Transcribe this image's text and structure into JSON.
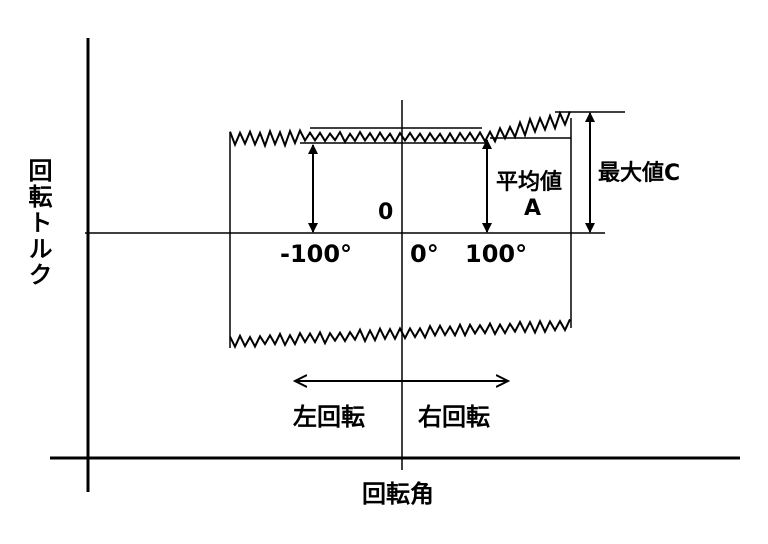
{
  "y_axis_label": "回転トルク",
  "x_axis_label": "回転角",
  "zero_label": "0",
  "ticks": [
    "-100°",
    "0°",
    "100°"
  ],
  "average_label": "平均値",
  "average_symbol": "A",
  "max_label": "最大値C",
  "left_rotation": "左回転",
  "right_rotation": "右回転"
}
